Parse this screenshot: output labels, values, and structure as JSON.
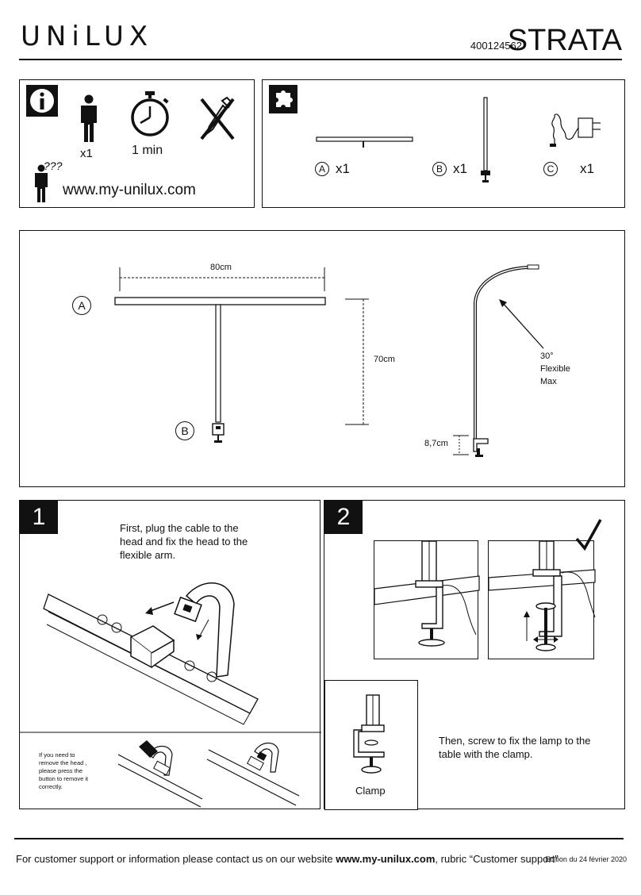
{
  "header": {
    "brand": "UNiLUX",
    "reference": "400124562",
    "model": "STRATA"
  },
  "info_box": {
    "persons": "x1",
    "time": "1 min",
    "help_mark": "???",
    "website": "www.my-unilux.com",
    "icons": [
      "info-icon",
      "person-icon",
      "stopwatch-icon",
      "no-tools-icon",
      "question-person-icon"
    ]
  },
  "parts_box": {
    "icon": "puzzle-icon",
    "parts": [
      {
        "letter": "A",
        "qty": "x1"
      },
      {
        "letter": "B",
        "qty": "x1"
      },
      {
        "letter": "C",
        "qty": "x1"
      }
    ]
  },
  "dimensions": {
    "label_a": "A",
    "label_b": "B",
    "width": "80cm",
    "height": "70cm",
    "angle": "30°",
    "flexible": "Flexible",
    "max": "Max",
    "clamp_height": "8,7cm"
  },
  "step1": {
    "number": "1",
    "instruction_line1": "First, plug the cable to the",
    "instruction_line2": "head and fix the head to the",
    "instruction_line3": "flexible arm.",
    "remove_line1": "If you need to",
    "remove_line2": "remove the head ,",
    "remove_line3": "please press the",
    "remove_line4": "button to remove it",
    "remove_line5": "correctly."
  },
  "step2": {
    "number": "2",
    "clamp_label": "Clamp",
    "instruction_line1": "Then, screw to fix the lamp to the",
    "instruction_line2": "table with the clamp."
  },
  "footer": {
    "text_before": "For customer support or information please contact us on our website ",
    "website": "www.my-unilux.com",
    "text_after": ", rubric “Customer support”",
    "edition": "Edition du 24 février 2020"
  }
}
